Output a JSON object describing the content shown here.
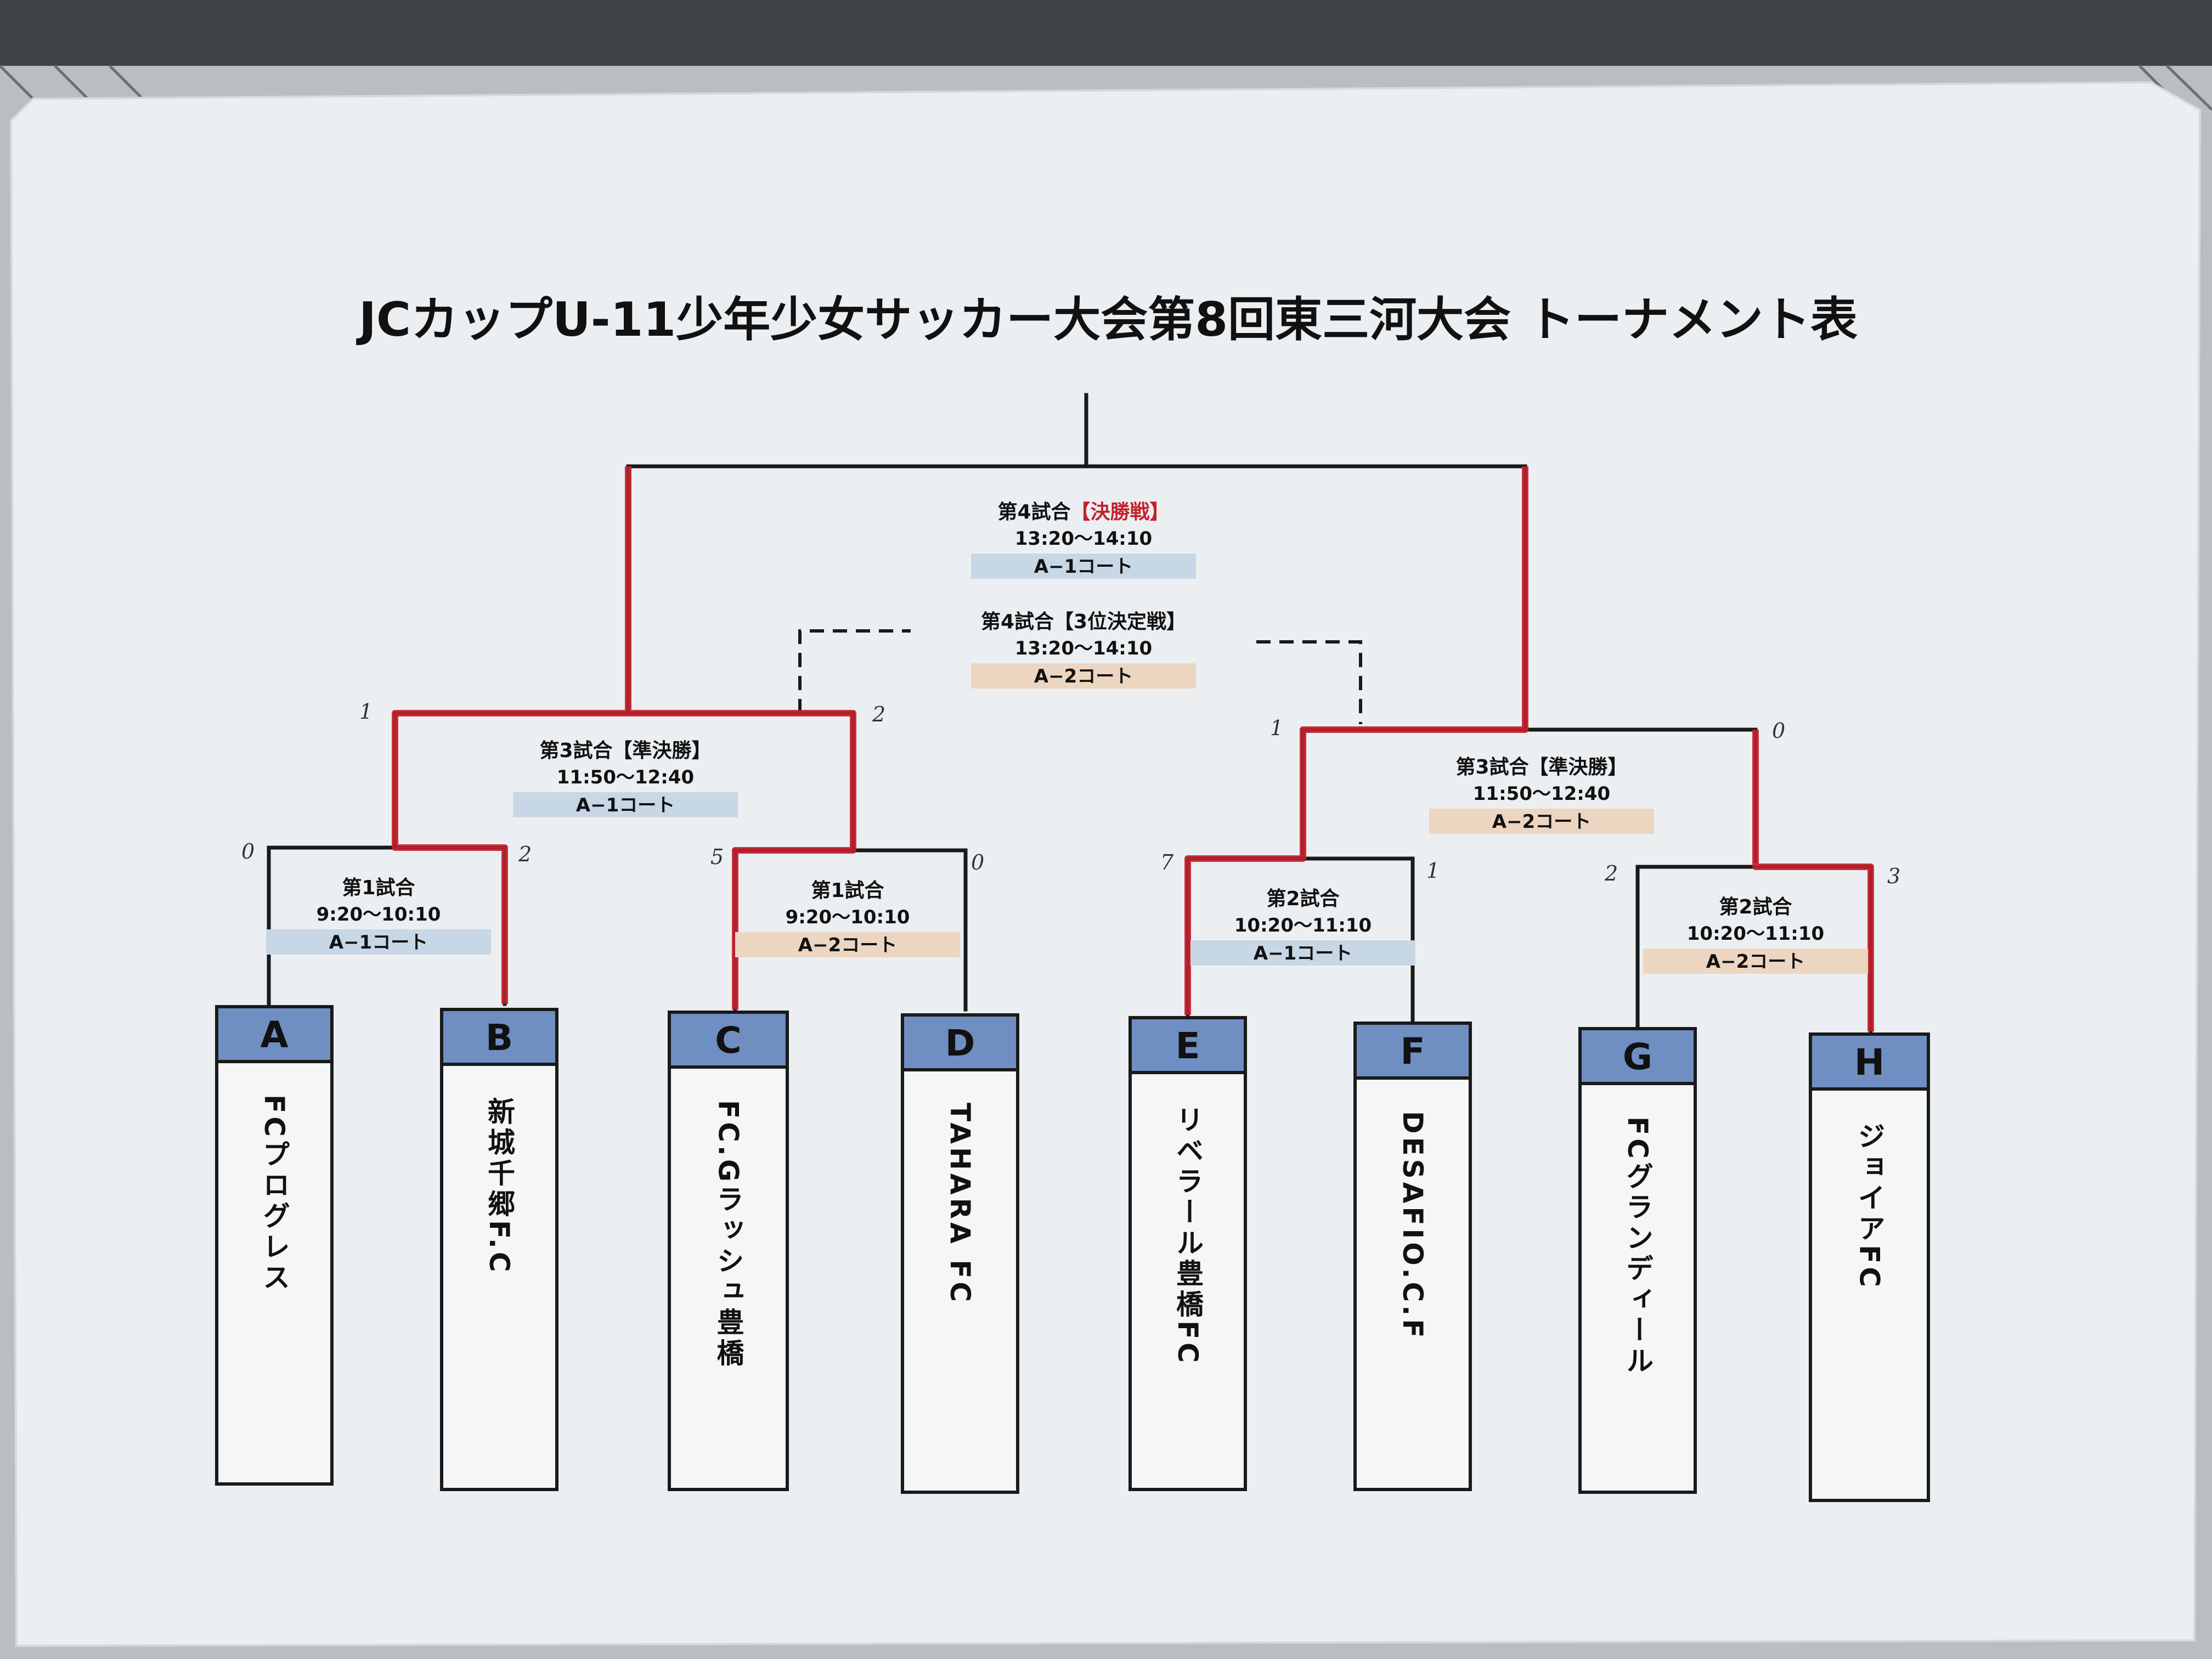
{
  "title": "JCカップU-11少年少女サッカー大会第8回東三河大会 トーナメント表",
  "colors": {
    "sheet": "#eceff1",
    "fence": "#3f4448",
    "line": "#1a1a1a",
    "winner_path": "#c4202c",
    "court_a1": "#c8d7e6",
    "court_a2": "#ecd6c2",
    "team_header": "#6f8fc2"
  },
  "final": {
    "label": "第4試合",
    "tag": "【決勝戦】",
    "time": "13:20〜14:10",
    "court": "A−1コート"
  },
  "third_place": {
    "label": "第4試合【3位決定戦】",
    "time": "13:20〜14:10",
    "court": "A−2コート"
  },
  "semifinals": [
    {
      "label": "第3試合【準決勝】",
      "time": "11:50〜12:40",
      "court": "A−1コート",
      "score_left": "1",
      "score_right": "2"
    },
    {
      "label": "第3試合【準決勝】",
      "time": "11:50〜12:40",
      "court": "A−2コート",
      "score_left": "1",
      "score_right": "0"
    }
  ],
  "first_round": [
    {
      "label": "第1試合",
      "time": "9:20〜10:10",
      "court": "A−1コート",
      "score_left": "0",
      "score_right": "2"
    },
    {
      "label": "第1試合",
      "time": "9:20〜10:10",
      "court": "A−2コート",
      "score_left": "5",
      "score_right": "0"
    },
    {
      "label": "第2試合",
      "time": "10:20〜11:10",
      "court": "A−1コート",
      "score_left": "7",
      "score_right": "1"
    },
    {
      "label": "第2試合",
      "time": "10:20〜11:10",
      "court": "A−2コート",
      "score_left": "2",
      "score_right": "3"
    }
  ],
  "teams": [
    {
      "letter": "A",
      "name": "FCプログレス"
    },
    {
      "letter": "B",
      "name": "新城千郷F.C"
    },
    {
      "letter": "C",
      "name": "FC.Gラッシュ豊橋"
    },
    {
      "letter": "D",
      "name": "TAHARA FC"
    },
    {
      "letter": "E",
      "name": "リベラール豊橋FC"
    },
    {
      "letter": "F",
      "name": "DESAFIO.C.F"
    },
    {
      "letter": "G",
      "name": "FCグランディール"
    },
    {
      "letter": "H",
      "name": "ジョイアFC"
    }
  ]
}
